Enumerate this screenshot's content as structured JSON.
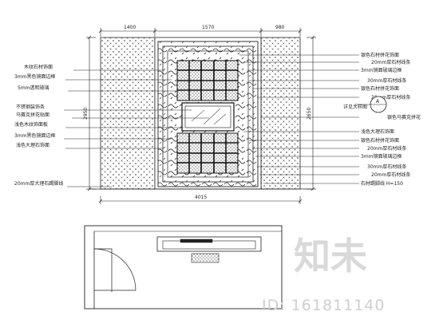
{
  "drawing": {
    "dimensions": {
      "top_left": "1400",
      "top_center": "1570",
      "top_right": "980",
      "bottom_total": "4015",
      "left_height": "2950",
      "right_height": "2650"
    },
    "left_labels": [
      "木纹石材饰面",
      "3mm黑色镜面边框",
      "5mm透明玻璃",
      "不锈钢装饰条",
      "马赛克拼花贴面",
      "浅色木纹饰面板",
      "3mm黑色镜面边框",
      "浅色大理石饰面",
      "20mm厚大理石踢脚线"
    ],
    "right_labels": [
      "银色石材拼花饰面",
      "20mm厚石材线条",
      "3mm镜面玻璃边框",
      "30mm厚石材线条",
      "银色石材拼花饰面",
      "20mm厚石材线条",
      "银色马赛克拼花",
      "浅色大理石饰面",
      "银色石材拼花饰面",
      "20mm厚石材线条",
      "3mm镜面玻璃边框",
      "30mm厚石材线条",
      "20mm厚石材线条",
      "石材踢脚线 H=150"
    ],
    "callout_circle": "A",
    "callout_label": "详见大样图"
  },
  "watermark": {
    "text": "知未",
    "id_text": "ID: 161811140"
  }
}
